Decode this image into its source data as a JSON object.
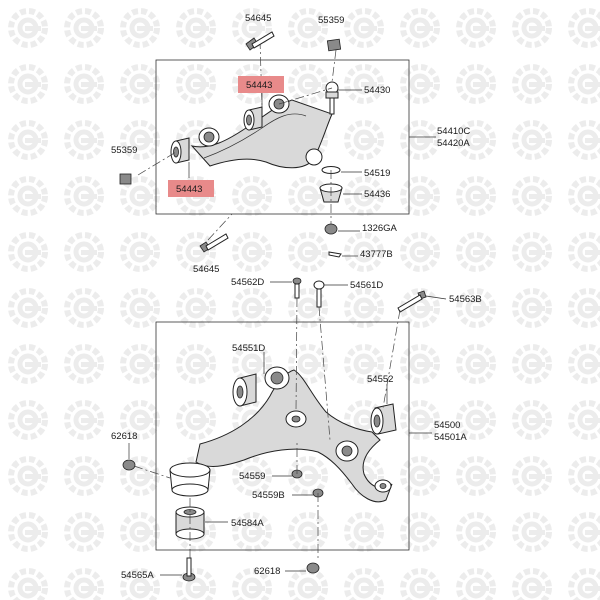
{
  "watermark": {
    "icon": "gear-wrench-watermark-icon",
    "color": "#ececec"
  },
  "highlight_color": "#e88a8a",
  "upper_arm_group": {
    "labels": {
      "bolt_top": "54645",
      "nut_top": "55359",
      "bushing_upper_hl": "54443",
      "ball_joint": "54430",
      "arm": "54410C",
      "arm_alt": "54420A",
      "nut_left": "55359",
      "bushing_lower_hl": "54443",
      "snap_ring": "54519",
      "dust_cover": "54436",
      "castle_nut": "1326GA",
      "cotter_pin": "43777B",
      "bolt_bottom": "54645"
    }
  },
  "middle_labels": {
    "bolt_left": "54562D",
    "bolt_center": "54561D",
    "bolt_right": "54563B"
  },
  "lower_arm_group": {
    "labels": {
      "bushing_front": "54551D",
      "bushing_rear": "54552",
      "arm": "54500",
      "arm_alt": "54501A",
      "nut_left": "62618",
      "nut_small": "54559",
      "nut_small_b": "54559B",
      "bushing_bottom": "54584A",
      "bolt_bottom": "54565A",
      "nut_bottom": "62618"
    }
  }
}
